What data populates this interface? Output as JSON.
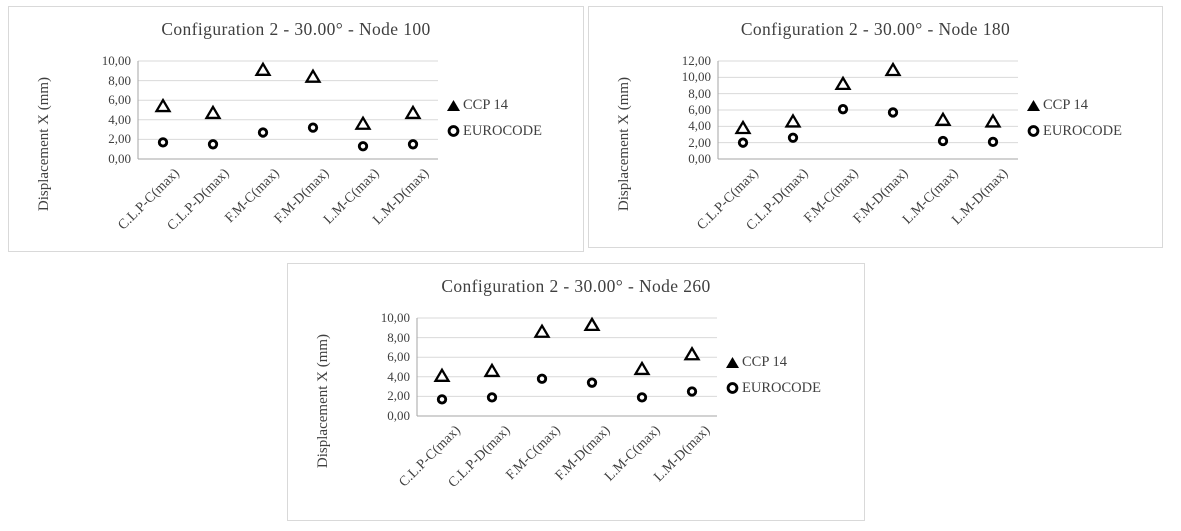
{
  "page": {
    "background": "#ffffff"
  },
  "colors": {
    "marker": "#000000",
    "text": "#3f3f3f",
    "gridline": "#d9d9d9",
    "axis": "#a6a6a6",
    "chart_border": "#d9d9d9"
  },
  "chart_data": [
    {
      "type": "scatter",
      "title": "Configuration 2 - 30.00° - Node 100",
      "xlabel": "",
      "ylabel": "Displacement X (mm)",
      "categories": [
        "C.L.P-C(max)",
        "C.L.P-D(max)",
        "F.M-C(max)",
        "F.M-D(max)",
        "L.M-C(max)",
        "L.M-D(max)"
      ],
      "ylim": [
        0,
        10
      ],
      "ytick_step": 2,
      "ytick_labels": [
        "0,00",
        "2,00",
        "4,00",
        "6,00",
        "8,00",
        "10,00"
      ],
      "grid": true,
      "legend_position": "right",
      "series": [
        {
          "name": "CCP 14",
          "marker": "triangle",
          "values": [
            5.4,
            4.7,
            9.1,
            8.4,
            3.6,
            4.7
          ]
        },
        {
          "name": "EUROCODE",
          "marker": "circle",
          "values": [
            1.7,
            1.5,
            2.7,
            3.2,
            1.3,
            1.5
          ]
        }
      ]
    },
    {
      "type": "scatter",
      "title": "Configuration 2 - 30.00° - Node 180",
      "xlabel": "",
      "ylabel": "Displacement X (mm)",
      "categories": [
        "C.L.P-C(max)",
        "C.L.P-D(max)",
        "F.M-C(max)",
        "F.M-D(max)",
        "L.M-C(max)",
        "L.M-D(max)"
      ],
      "ylim": [
        0,
        12
      ],
      "ytick_step": 2,
      "ytick_labels": [
        "0,00",
        "2,00",
        "4,00",
        "6,00",
        "8,00",
        "10,00",
        "12,00"
      ],
      "grid": true,
      "legend_position": "right",
      "series": [
        {
          "name": "CCP 14",
          "marker": "triangle",
          "values": [
            3.8,
            4.6,
            9.2,
            10.9,
            4.8,
            4.6
          ]
        },
        {
          "name": "EUROCODE",
          "marker": "circle",
          "values": [
            2.0,
            2.6,
            6.1,
            5.7,
            2.2,
            2.1
          ]
        }
      ]
    },
    {
      "type": "scatter",
      "title": "Configuration 2 - 30.00° - Node 260",
      "xlabel": "",
      "ylabel": "Displacement X (mm)",
      "categories": [
        "C.L.P-C(max)",
        "C.L.P-D(max)",
        "F.M-C(max)",
        "F.M-D(max)",
        "L.M-C(max)",
        "L.M-D(max)"
      ],
      "ylim": [
        0,
        10
      ],
      "ytick_step": 2,
      "ytick_labels": [
        "0,00",
        "2,00",
        "4,00",
        "6,00",
        "8,00",
        "10,00"
      ],
      "grid": true,
      "legend_position": "right",
      "series": [
        {
          "name": "CCP 14",
          "marker": "triangle",
          "values": [
            4.1,
            4.6,
            8.6,
            9.3,
            4.8,
            6.3
          ]
        },
        {
          "name": "EUROCODE",
          "marker": "circle",
          "values": [
            1.7,
            1.9,
            3.8,
            3.4,
            1.9,
            2.5
          ]
        }
      ]
    }
  ]
}
